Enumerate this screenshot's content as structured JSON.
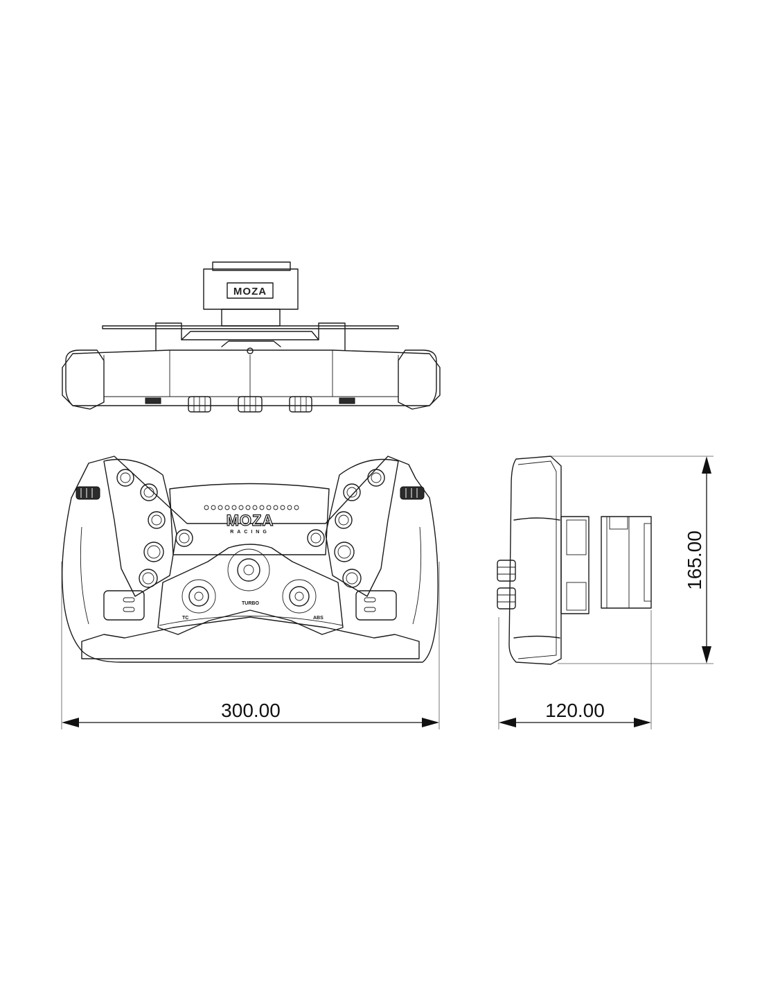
{
  "brand": {
    "logo": "MOZA",
    "sub": "RACING"
  },
  "knobs": {
    "left": "TC",
    "center": "TURBO",
    "right": "ABS"
  },
  "dimensions": {
    "width": "300.00",
    "depth": "120.00",
    "height": "165.00"
  }
}
